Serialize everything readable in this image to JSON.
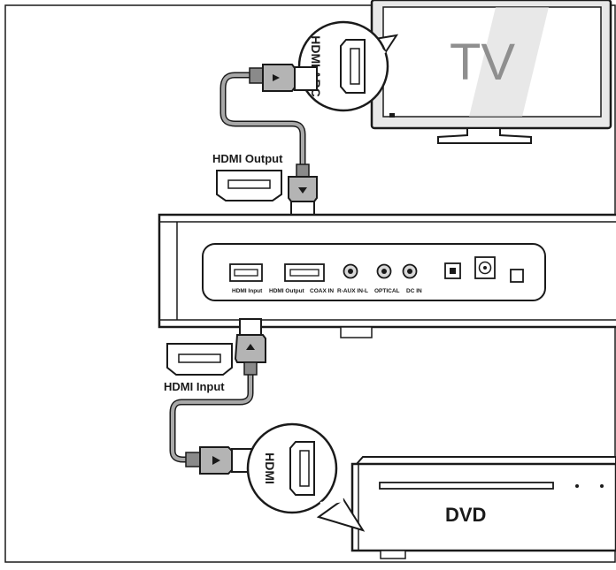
{
  "tv": {
    "label": "TV"
  },
  "tv_callout": {
    "port_label": "HDMI ARC"
  },
  "soundbar": {
    "ports": [
      "HDMI Input",
      "HDMI Output",
      "COAX IN",
      "R-AUX IN-L",
      "OPTICAL",
      "DC IN"
    ]
  },
  "labels": {
    "hdmi_output": "HDMI Output",
    "hdmi_input": "HDMI Input"
  },
  "dvd": {
    "label": "DVD"
  },
  "dvd_callout": {
    "port_label": "HDMI"
  },
  "colors": {
    "stroke": "#1a1a1a",
    "cable_grey": "#8a8a8a",
    "plug_grey": "#b4b4b4",
    "light_grey": "#d8d8d8"
  }
}
